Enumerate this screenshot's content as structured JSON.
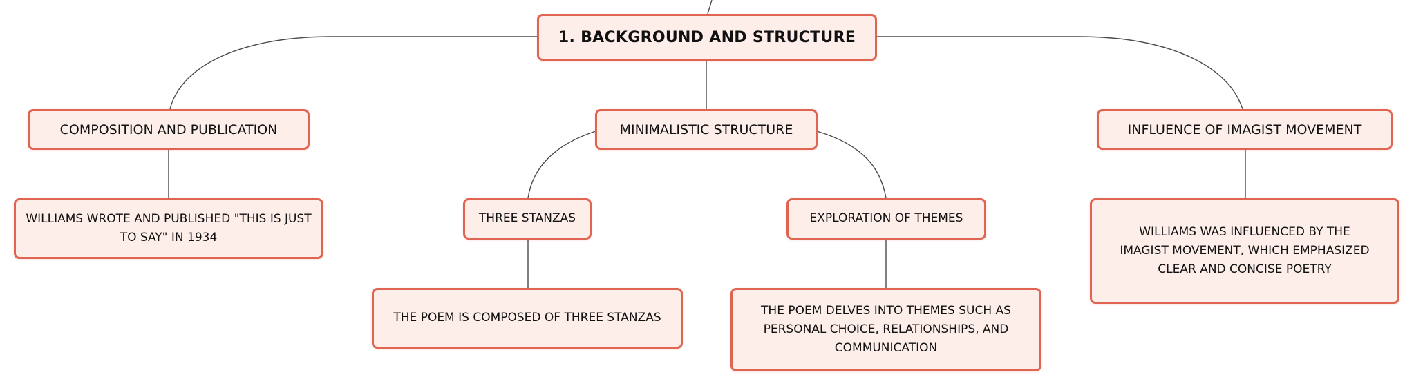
{
  "colors": {
    "node_border": "#e06452",
    "node_fill": "#fdeeea",
    "edge": "#4a4a4a"
  },
  "root": {
    "label": "1. BACKGROUND AND STRUCTURE"
  },
  "branches": {
    "composition": {
      "label": "COMPOSITION AND PUBLICATION",
      "detail": "WILLIAMS WROTE AND PUBLISHED \"THIS IS JUST TO SAY\" IN 1934"
    },
    "structure": {
      "label": "MINIMALISTIC STRUCTURE",
      "children": {
        "stanzas": {
          "label": "THREE STANZAS",
          "detail": "THE POEM IS COMPOSED OF THREE STANZAS"
        },
        "themes": {
          "label": "EXPLORATION OF THEMES",
          "detail": "THE POEM DELVES INTO THEMES SUCH AS PERSONAL CHOICE, RELATIONSHIPS, AND COMMUNICATION"
        }
      }
    },
    "imagism": {
      "label": "INFLUENCE OF IMAGIST MOVEMENT",
      "detail": "WILLIAMS WAS INFLUENCED BY THE IMAGIST MOVEMENT, WHICH EMPHASIZED CLEAR AND CONCISE POETRY"
    }
  }
}
